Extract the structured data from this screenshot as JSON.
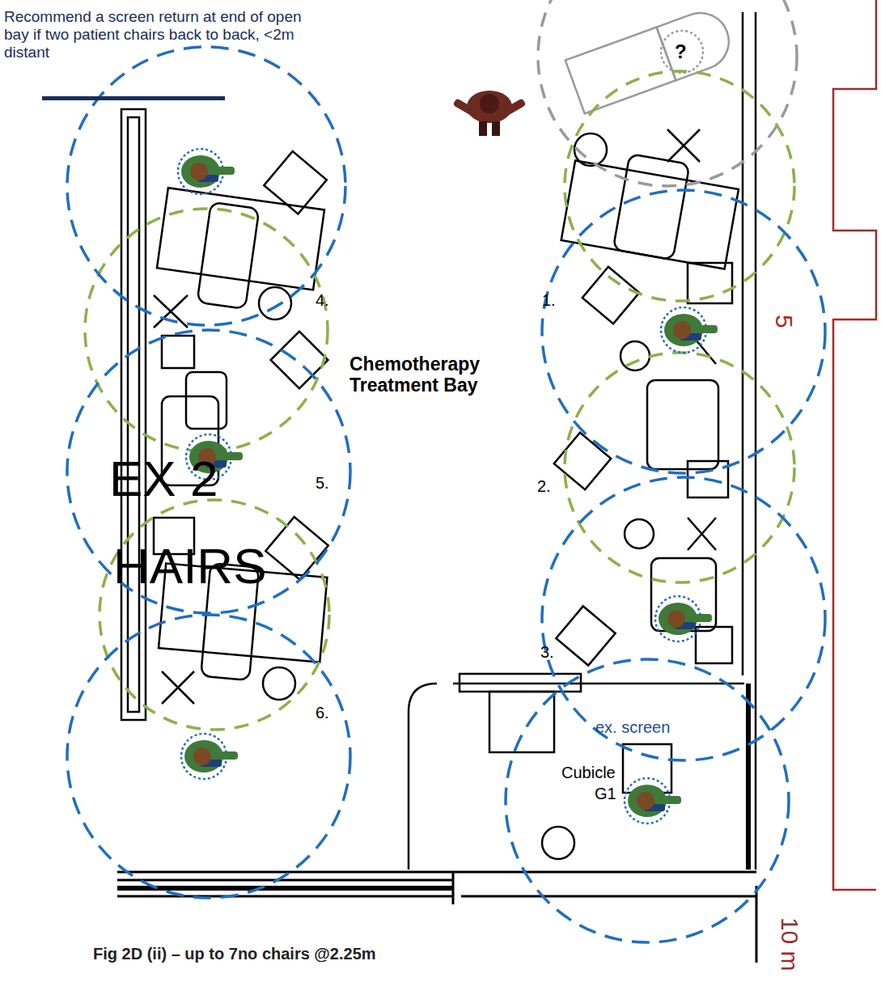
{
  "diagram": {
    "caption": "Fig 2D (ii) – up to 7no chairs @2.25m",
    "labels": [
      "Recommend a screen return at end of open bay if two patient chairs back to back, <2m distant",
      "?",
      "4.",
      "1.",
      "Chemotherapy Treatment Bay",
      "5.",
      "2.",
      "EX 2",
      "HAIRS",
      "6.",
      "3.",
      "ex. screen",
      "Cubicle",
      "G1",
      "5",
      "10 m"
    ]
  }
}
